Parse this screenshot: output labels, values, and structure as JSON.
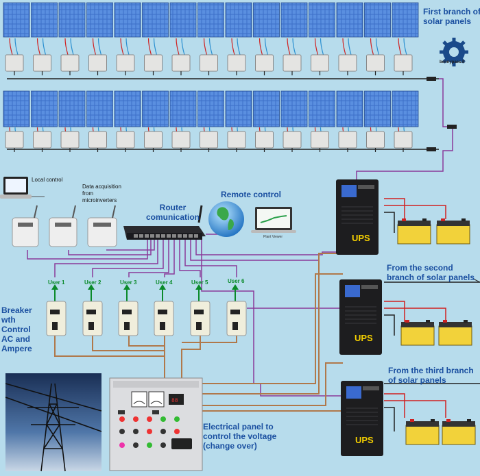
{
  "labels": {
    "first_branch": "First branch of solar panels",
    "logo": "bennypaes.it",
    "local_control": "Local control",
    "data_acq": "Data acquisition from microinverters",
    "router": "Router comunication",
    "remote_control": "Remote control",
    "plant_viewer": "Plant Viewer",
    "breaker": "Breaker wth Control AC and Ampere",
    "second_branch": "From the second branch of solar panels",
    "third_branch": "From the third branch of solar panels",
    "electrical_panel": "Electrical panel to control the voltage (change over)",
    "ups": "UPS"
  },
  "users": [
    "User 1",
    "User 2",
    "User 3",
    "User 4",
    "User 5",
    "User 6"
  ],
  "colors": {
    "background": "#b7dcec",
    "panel_blue": "#3c6fc8",
    "wire_purple": "#8a3a9a",
    "wire_brown": "#b0784a",
    "wire_red": "#d02020",
    "label_blue": "#1a4fa0",
    "user_green": "#0a8a2a",
    "ups_yellow": "#f5d000"
  },
  "icons": [
    "solar-panel-icon",
    "microinverter-icon",
    "router-icon",
    "globe-icon",
    "laptop-icon",
    "ups-icon",
    "battery-icon",
    "breaker-icon",
    "pylon-icon",
    "gear-logo-icon"
  ]
}
